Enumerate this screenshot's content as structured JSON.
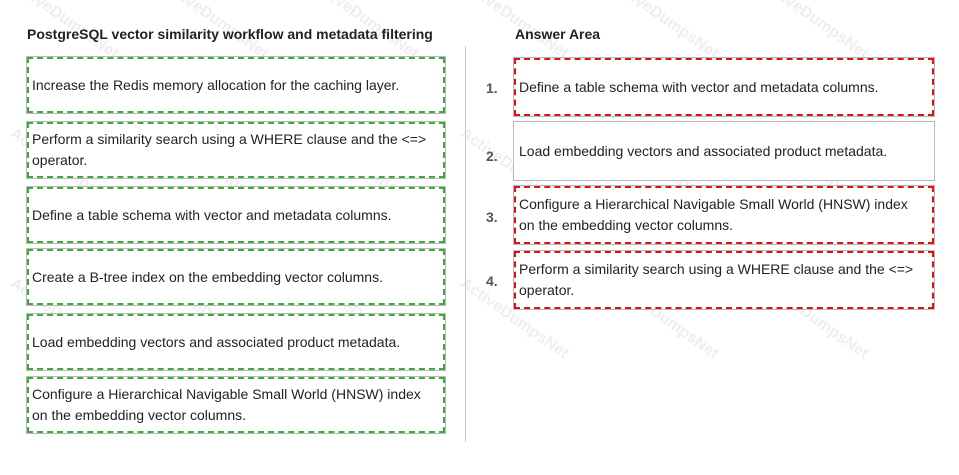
{
  "left_panel": {
    "title": "PostgreSQL vector similarity workflow and metadata filtering",
    "items": [
      "Increase the Redis memory allocation for the caching layer.",
      "Perform a similarity search using a WHERE clause and the <=> operator.",
      "Define a table schema with vector and metadata columns.",
      "Create a B-tree index on the embedding vector columns.",
      "Load embedding vectors and associated product metadata.",
      "Configure a Hierarchical Navigable Small World (HNSW) index on the embedding vector columns."
    ]
  },
  "right_panel": {
    "title": "Answer Area",
    "numbers": [
      "1.",
      "2.",
      "3.",
      "4."
    ],
    "answers": [
      "Define a table schema with vector and metadata columns.",
      "Load embedding vectors and associated product metadata.",
      "Configure a Hierarchical Navigable Small World (HNSW) index on the embedding vector columns.",
      "Perform a similarity search using a WHERE clause and the <=> operator."
    ]
  },
  "watermark": {
    "text": "ActiveDumpsNet"
  },
  "colors": {
    "source_outline": "#3cab3c",
    "answer_outline": "#e01010"
  }
}
